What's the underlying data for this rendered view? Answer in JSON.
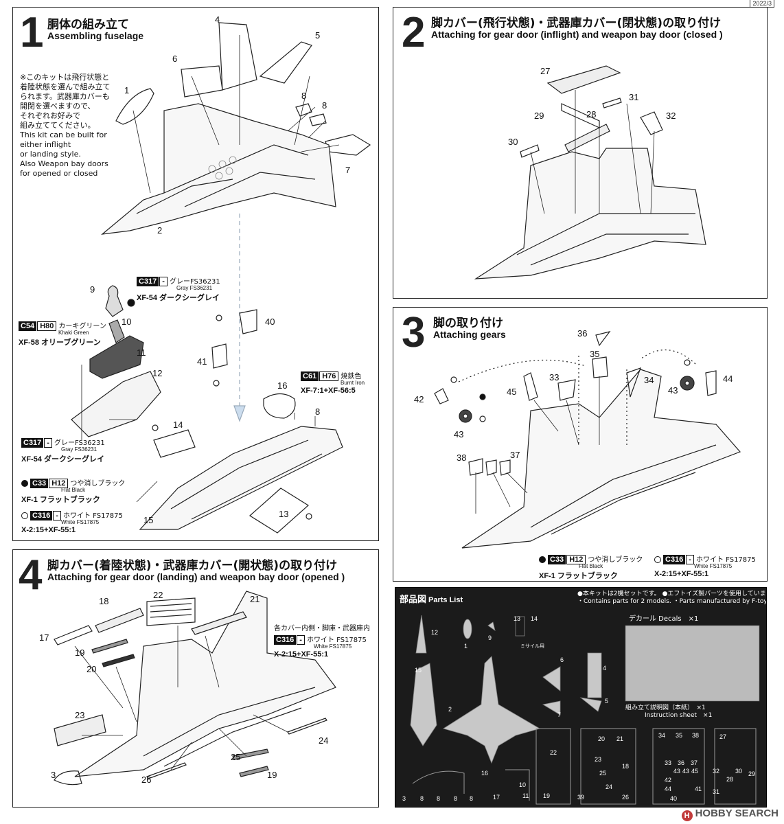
{
  "header": {
    "corner_tag": "2022/3"
  },
  "step1": {
    "number": "1",
    "title_jp": "胴体の組み立て",
    "title_en": "Assembling fuselage",
    "note_lines": [
      "※このキットは飛行状態と",
      "着陸状態を選んで組み立て",
      "られます。武器庫カバーも",
      "開閉を選べますので、",
      "それぞれお好みで",
      "組み立ててください。",
      "This kit can be built for",
      "either inflight",
      "or landing style.",
      "Also Weapon bay doors",
      "for opened or closed"
    ],
    "part_numbers": [
      "1",
      "2",
      "4",
      "5",
      "6",
      "7",
      "8",
      "8",
      "9",
      "10",
      "11",
      "12",
      "14",
      "15",
      "16",
      "8",
      "13",
      "40",
      "41"
    ],
    "paints": [
      {
        "code": "C317",
        "code2": "-",
        "jp": "グレーFS36231",
        "en": "Gray FS36231",
        "mix": "XF-54 ダークシーグレイ"
      },
      {
        "code": "C54",
        "code2": "H80",
        "jp": "カーキグリーン",
        "en": "Khaki Green",
        "mix": "XF-58 オリーブグリーン"
      },
      {
        "code": "C61",
        "code2": "H76",
        "jp": "焼鉄色",
        "en": "Burnt Iron",
        "mix": "XF-7:1+XF-56:5"
      },
      {
        "code": "C317",
        "code2": "-",
        "jp": "グレーFS36231",
        "en": "Gray FS36231",
        "mix": "XF-54 ダークシーグレイ"
      },
      {
        "code": "C33",
        "code2": "H12",
        "jp": "つや消しブラック",
        "en": "Flat Black",
        "mix": "XF-1 フラットブラック"
      },
      {
        "code": "C316",
        "code2": "-",
        "jp": "ホワイト FS17875",
        "en": "White FS17875",
        "mix": "X-2:15+XF-55:1"
      }
    ]
  },
  "step2": {
    "number": "2",
    "title_jp": "脚カバー(飛行状態)・武器庫カバー(閉状態)の取り付け",
    "title_en": "Attaching for gear door (inflight) and weapon bay door (closed )",
    "part_numbers": [
      "27",
      "31",
      "29",
      "28",
      "32",
      "30"
    ]
  },
  "step3": {
    "number": "3",
    "title_jp": "脚の取り付け",
    "title_en": "Attaching gears",
    "part_numbers": [
      "36",
      "35",
      "33",
      "34",
      "45",
      "42",
      "43",
      "43",
      "44",
      "38",
      "37"
    ],
    "paints": [
      {
        "code": "C33",
        "code2": "H12",
        "jp": "つや消しブラック",
        "en": "Flat Black",
        "mix": "XF-1 フラットブラック"
      },
      {
        "code": "C316",
        "code2": "-",
        "jp": "ホワイト FS17875",
        "en": "White FS17875",
        "mix": "X-2:15+XF-55:1"
      }
    ]
  },
  "step4": {
    "number": "4",
    "title_jp": "脚カバー(着陸状態)・武器庫カバー(開状態)の取り付け",
    "title_en": "Attaching for gear door (landing) and weapon bay door (opened )",
    "note_jp": "各カバー内側・脚庫・武器庫内",
    "part_numbers": [
      "22",
      "18",
      "21",
      "17",
      "19",
      "20",
      "23",
      "24",
      "25",
      "3",
      "26",
      "19"
    ],
    "paints": [
      {
        "code": "C316",
        "code2": "-",
        "jp": "ホワイト FS17875",
        "en": "White FS17875",
        "mix": "X-2:15+XF-55:1"
      }
    ]
  },
  "parts_list": {
    "title_jp": "部品図",
    "title_en": "Parts List",
    "note1_jp": "●本キットは2機セットです。",
    "note1_en": "・Contains parts for 2 models.",
    "note2_jp": "●エフトイズ製パーツを使用しています。",
    "note2_en": "・Parts manufactured by F-toys",
    "decals": "デカール Decals　×1",
    "instruction_jp": "組み立て説明図（本紙）　×1",
    "instruction_en": "Instruction sheet　×1",
    "missile_label": "ミサイル用",
    "numbers": [
      "12",
      "1",
      "9",
      "13",
      "14",
      "6",
      "4",
      "15",
      "2",
      "5",
      "7",
      "22",
      "20",
      "21",
      "23",
      "25",
      "18",
      "24",
      "26",
      "34",
      "35",
      "38",
      "27",
      "33",
      "36",
      "37",
      "43",
      "43",
      "45",
      "42",
      "44",
      "41",
      "32",
      "30",
      "29",
      "28",
      "31",
      "40",
      "16",
      "10",
      "11",
      "3",
      "8",
      "8",
      "8",
      "19",
      "17",
      "39",
      "8"
    ]
  },
  "watermark": {
    "text": "HOBBY SEARCH"
  }
}
